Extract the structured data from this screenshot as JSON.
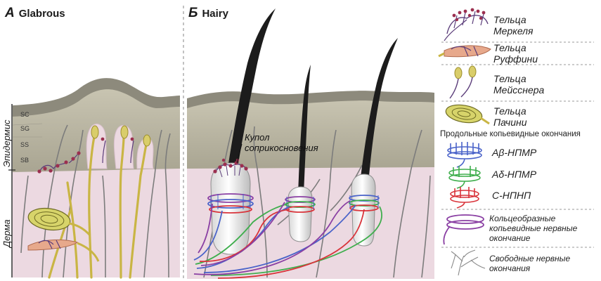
{
  "panels": {
    "a": {
      "letter": "А",
      "title": "Glabrous"
    },
    "b": {
      "letter": "Б",
      "title": "Hairy"
    }
  },
  "side_labels": {
    "epidermis": "Эпидермис",
    "dermis": "Дерма"
  },
  "layers": [
    "SC",
    "SG",
    "SS",
    "SB"
  ],
  "callout": {
    "line1": "Купол",
    "line2": "соприкосновения"
  },
  "legend": {
    "merkel": {
      "line1": "Тельца",
      "line2": "Меркеля"
    },
    "ruffini": {
      "line1": "Тельца",
      "line2": "Руффини"
    },
    "meissner": {
      "line1": "Тельца",
      "line2": "Мейсснера"
    },
    "pacini": {
      "line1": "Тельца",
      "line2": "Пачини"
    },
    "longitudinal_header": "Продольные копьевидные окончания",
    "ab_ltmr": "Аβ-НПМР",
    "ad_ltmr": "Аδ-НПМР",
    "c_ltmr": "С-НПНП",
    "circumferential": {
      "line1": "Кольцеобразные",
      "line2": "копьевидные нервные",
      "line3": "окончание"
    },
    "free": {
      "line1": "Свободные нервные",
      "line2": "окончания"
    }
  },
  "colors": {
    "dermis": "#ecd9e1",
    "epidermis": "#b8b49f",
    "stratum_corneum": "#8d8a7c",
    "merkel_cell": "#9b2f4f",
    "meissner_fiber": "#c9b544",
    "ab_ltmr": "#4a63c9",
    "ad_ltmr": "#3fae4d",
    "c_ltmr": "#d9333a",
    "circumferential": "#8a3fa3",
    "free_ending": "#7c7c7c"
  }
}
